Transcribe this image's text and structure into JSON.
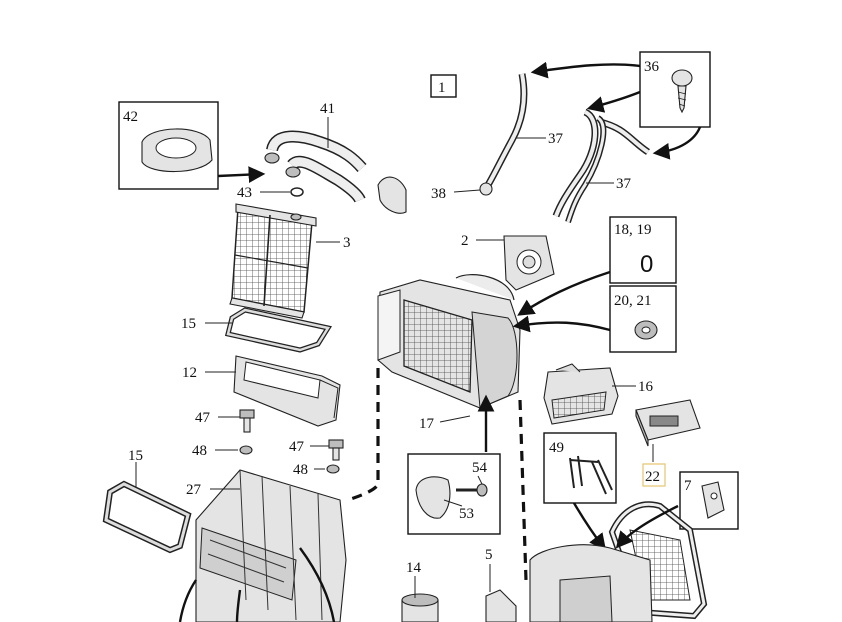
{
  "labels": {
    "l1": "1",
    "l2": "2",
    "l3": "3",
    "l5": "5",
    "l7": "7",
    "l12": "12",
    "l14": "14",
    "l15a": "15",
    "l15b": "15",
    "l16": "16",
    "l17": "17",
    "l18_19": "18, 19",
    "l20_21": "20, 21",
    "l22": "22",
    "l27": "27",
    "l36": "36",
    "l37a": "37",
    "l37b": "37",
    "l38": "38",
    "l41": "41",
    "l42": "42",
    "l43": "43",
    "l47a": "47",
    "l47b": "47",
    "l48a": "48",
    "l48b": "48",
    "l49": "49",
    "l53": "53",
    "l54": "54"
  },
  "oring_glyph": "0",
  "highlight_color": "#e8c878"
}
